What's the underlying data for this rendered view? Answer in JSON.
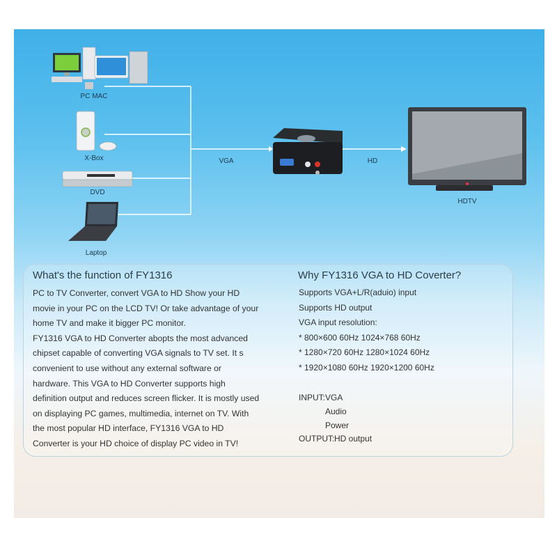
{
  "diagram": {
    "sources": [
      {
        "label": "PC  MAC",
        "icon": "desktop-computers-icon"
      },
      {
        "label": "X-Box",
        "icon": "xbox-console-icon"
      },
      {
        "label": "DVD",
        "icon": "dvd-player-icon"
      },
      {
        "label": "Laptop",
        "icon": "laptop-icon"
      }
    ],
    "input_label": "VGA",
    "output_label": "HD",
    "converter_icon": "converter-box-icon",
    "display": {
      "label": "HDTV",
      "icon": "hdtv-icon"
    }
  },
  "function_section": {
    "title": "What's the function of FY1316",
    "lines": [
      "PC to TV Converter, convert VGA to HD Show your HD",
      "movie in your PC on the LCD TV! Or take advantage of your",
      "home TV and make it bigger PC monitor.",
      "FY1316 VGA to HD  Converter abopts the most advanced",
      "chipset capable of converting VGA signals to TV set. It s",
      "convenient to use without any external software or",
      "hardware. This VGA to HD Converter supports high",
      "definition output and reduces screen flicker. It is mostly used",
      "on displaying PC games, multimedia, internet on TV. With",
      "the most popular HD interface, FY1316 VGA to HD",
      "Converter is your HD choice of display PC video in TV!"
    ]
  },
  "why_section": {
    "title": "Why FY1316 VGA to HD Coverter?",
    "lines": [
      "Supports VGA+L/R(aduio) input",
      "Supports HD output",
      "VGA input resolution:",
      "* 800×600 60Hz 1024×768 60Hz",
      "* 1280×720 60Hz 1280×1024 60Hz",
      "* 1920×1080 60Hz 1920×1200 60Hz"
    ],
    "io": {
      "input_label": "INPUT:",
      "input_items": [
        "VGA",
        "Audio",
        "Power"
      ],
      "output_label": "OUTPUT:",
      "output_value": "HD  output"
    }
  },
  "colors": {
    "sky_top": "#3fb0e8",
    "line": "#ffffff",
    "text": "#333333"
  }
}
